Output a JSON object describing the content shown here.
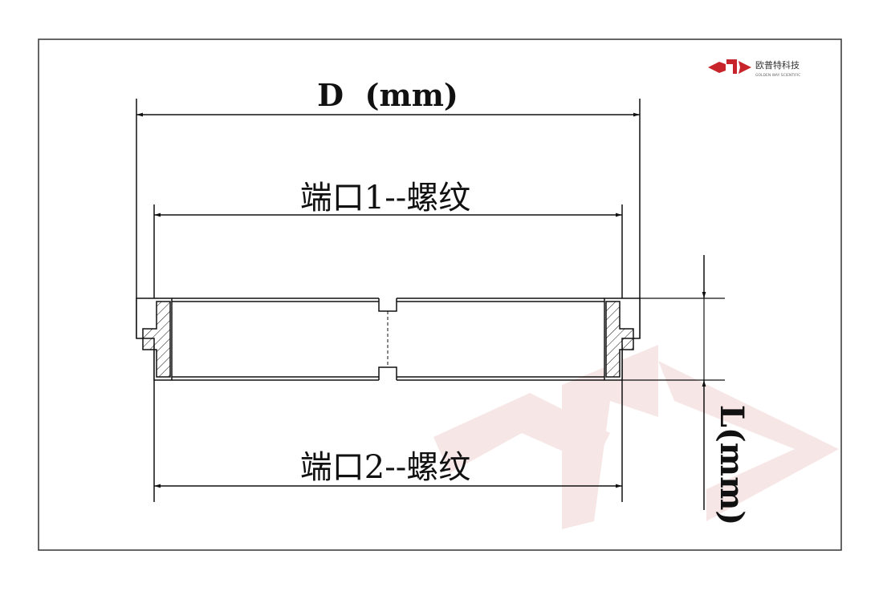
{
  "logo": {
    "name_cn": "欧普特科技",
    "name_en": "GOLDEN WAY SCIENTIFIC",
    "brand_color": "#c8242b"
  },
  "dimensions": {
    "outer_diameter": "D  (mm)",
    "port1": "端口1--螺纹",
    "port2": "端口2--螺纹",
    "length": "L(mm)"
  },
  "colors": {
    "line": "#111111",
    "frame": "#333333",
    "watermark": "#f4dcdc"
  }
}
